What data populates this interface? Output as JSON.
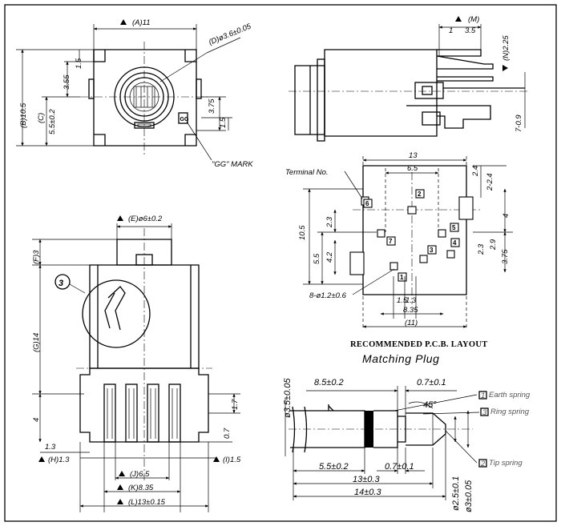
{
  "front_view": {
    "width_label": "(A)11",
    "height_label": "(B)10.5",
    "center_label": "(C)",
    "center_value": "5.5±0.2",
    "dim_355": "3.55",
    "dim_15_top": "1.5",
    "dim_375": "3.75",
    "dim_15_right": "1.5",
    "hole_label": "(D)ø3.6±0.05",
    "gg_mark_text": "GG",
    "gg_mark_label": "\"GG\" MARK"
  },
  "side_view": {
    "m_label": "(M)",
    "dim_1": "1",
    "dim_35": "3.5",
    "n_label": "(N)2.25",
    "dim_709": "7-0.9"
  },
  "pcb_layout": {
    "title": "RECOMMENDED P.C.B. LAYOUT",
    "terminal_label": "Terminal No.",
    "dim_13": "13",
    "dim_65": "6.5",
    "dim_24a": "2.4",
    "dim_224": "2-2.4",
    "dim_4": "4",
    "dim_105": "10.5",
    "dim_23a": "2.3",
    "dim_55": "5.5",
    "dim_42": "4.2",
    "dim_23b": "2.3",
    "dim_29": "2.9",
    "dim_375": "3.75",
    "hole_note": "8-ø1.2±0.6",
    "dim_15": "1.5",
    "dim_13b": "1.3",
    "dim_835": "8.35",
    "dim_11": "(11)",
    "terminals": [
      "1",
      "2",
      "3",
      "4",
      "5",
      "6",
      "7"
    ]
  },
  "bottom_view": {
    "e_label": "(E)ø6±0.2",
    "f_label": "(F)3",
    "g_label": "(G)14",
    "dim_4": "4",
    "callout_number": "3",
    "dim_17": "1.7",
    "dim_07": "0.7",
    "dim_13": "1.3",
    "h_label": "(H)1.3",
    "i_label": "(I)1.5",
    "j_label": "(J)6.5",
    "k_label": "(K)8.35",
    "l_label": "(L)13±0.15"
  },
  "matching_plug": {
    "title": "Matching Plug",
    "dia_35": "ø3.5±0.05",
    "len_85": "8.5±0.2",
    "len_07_top": "0.7±0.1",
    "angle": "45°",
    "len_55": "5.5±0.2",
    "len_07_bot": "0.7±0.1",
    "len_13": "13±0.3",
    "len_14": "14±0.3",
    "dia_25": "ø2.5±0.1",
    "dia_3": "ø3±0.05",
    "springs": [
      {
        "num": "1",
        "label": "Earth spring"
      },
      {
        "num": "3",
        "label": "Ring spring"
      },
      {
        "num": "2",
        "label": "Tip spring"
      }
    ]
  }
}
